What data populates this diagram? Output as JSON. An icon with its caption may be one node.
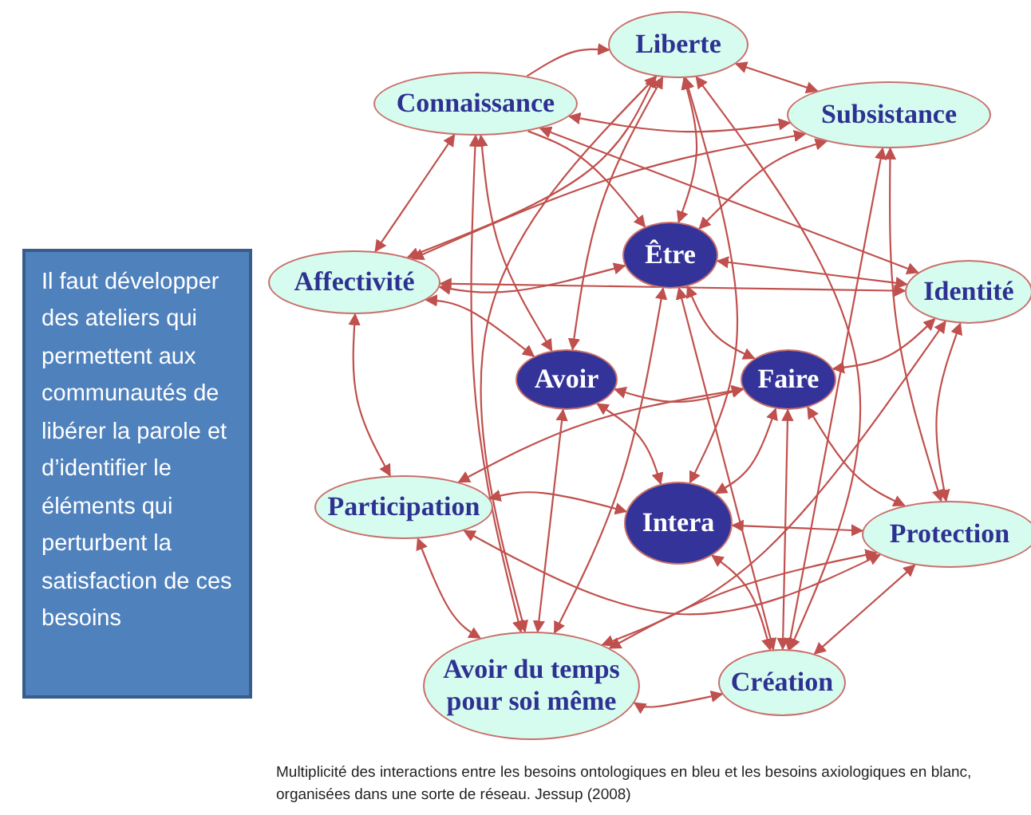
{
  "diagram": {
    "caption": "Multiplicité des interactions entre les besoins ontologiques en bleu  et les besoins axiologiques en blanc, organisées dans une sorte de réseau. Jessup (2008)",
    "nodes": [
      {
        "text": [
          "Liberte"
        ]
      },
      {
        "text": [
          "Connaissance"
        ]
      },
      {
        "text": [
          "Subsistance"
        ]
      },
      {
        "text": [
          "Affectivité"
        ]
      },
      {
        "text": [
          "Être"
        ]
      },
      {
        "text": [
          "Identité"
        ]
      },
      {
        "text": [
          "Avoir"
        ]
      },
      {
        "text": [
          "Faire"
        ]
      },
      {
        "text": [
          "Participation"
        ]
      },
      {
        "text": [
          "Intera"
        ]
      },
      {
        "text": [
          "Protection"
        ]
      },
      {
        "text": [
          "Avoir du temps pour soi même"
        ]
      },
      {
        "text": [
          "Création"
        ]
      },
      {
        "text": [
          "Il faut développer des ateliers qui permettent aux communautés de libérer la parole et d’identifier le éléments qui perturbent la satisfaction de ces besoins"
        ]
      }
    ],
    "edges": [
      {
        "from": 1,
        "to": 0,
        "arrow": "to"
      },
      {
        "from": 0,
        "to": 2,
        "arrow": "both"
      },
      {
        "from": 1,
        "to": 2,
        "arrow": "both"
      },
      {
        "from": 1,
        "to": 4,
        "arrow": "to"
      },
      {
        "from": 1,
        "to": 5,
        "arrow": "both"
      },
      {
        "from": 1,
        "to": 6,
        "arrow": "both"
      },
      {
        "from": 1,
        "to": 11,
        "arrow": "both"
      },
      {
        "from": 1,
        "to": 3,
        "arrow": "both"
      },
      {
        "from": 3,
        "to": 4,
        "arrow": "both"
      },
      {
        "from": 3,
        "to": 2,
        "arrow": "both"
      },
      {
        "from": 3,
        "to": 5,
        "arrow": "both"
      },
      {
        "from": 3,
        "to": 8,
        "arrow": "both"
      },
      {
        "from": 3,
        "to": 6,
        "arrow": "both"
      },
      {
        "from": 3,
        "to": 0,
        "arrow": "both"
      },
      {
        "from": 4,
        "to": 0,
        "arrow": "both"
      },
      {
        "from": 4,
        "to": 2,
        "arrow": "both"
      },
      {
        "from": 4,
        "to": 5,
        "arrow": "both"
      },
      {
        "from": 4,
        "to": 7,
        "arrow": "both"
      },
      {
        "from": 4,
        "to": 11,
        "arrow": "both"
      },
      {
        "from": 4,
        "to": 12,
        "arrow": "both"
      },
      {
        "from": 6,
        "to": 7,
        "arrow": "both"
      },
      {
        "from": 6,
        "to": 9,
        "arrow": "both"
      },
      {
        "from": 6,
        "to": 11,
        "arrow": "both"
      },
      {
        "from": 7,
        "to": 8,
        "arrow": "both"
      },
      {
        "from": 7,
        "to": 9,
        "arrow": "both"
      },
      {
        "from": 7,
        "to": 12,
        "arrow": "both"
      },
      {
        "from": 7,
        "to": 10,
        "arrow": "both"
      },
      {
        "from": 8,
        "to": 9,
        "arrow": "both"
      },
      {
        "from": 8,
        "to": 10,
        "arrow": "both"
      },
      {
        "from": 8,
        "to": 11,
        "arrow": "both"
      },
      {
        "from": 9,
        "to": 12,
        "arrow": "both"
      },
      {
        "from": 9,
        "to": 10,
        "arrow": "both"
      },
      {
        "from": 11,
        "to": 12,
        "arrow": "both"
      },
      {
        "from": 11,
        "to": 10,
        "arrow": "both"
      },
      {
        "from": 12,
        "to": 10,
        "arrow": "both"
      },
      {
        "from": 5,
        "to": 10,
        "arrow": "both"
      },
      {
        "from": 5,
        "to": 7,
        "arrow": "both"
      },
      {
        "from": 2,
        "to": 12,
        "arrow": "both"
      },
      {
        "from": 2,
        "to": 10,
        "arrow": "both"
      },
      {
        "from": 0,
        "to": 12,
        "arrow": "both"
      },
      {
        "from": 0,
        "to": 9,
        "arrow": "both"
      },
      {
        "from": 0,
        "to": 6,
        "arrow": "both"
      },
      {
        "from": 0,
        "to": 11,
        "arrow": "both"
      },
      {
        "from": 5,
        "to": 11,
        "arrow": "both"
      }
    ]
  }
}
